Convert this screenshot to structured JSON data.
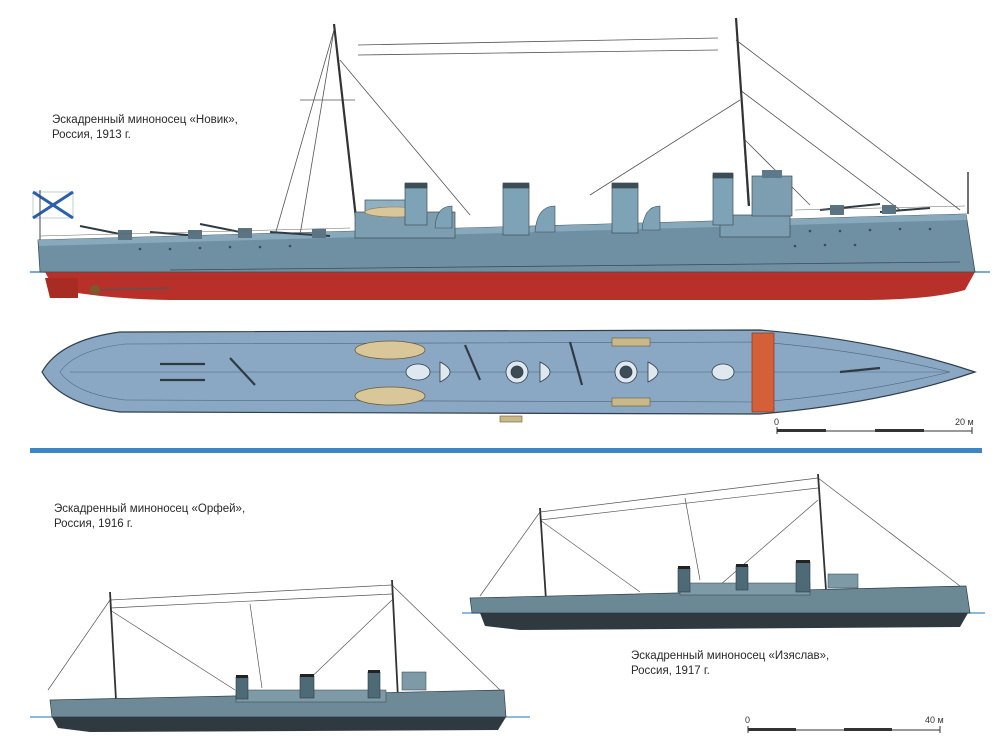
{
  "captions": {
    "novik": {
      "line1": "Эскадренный миноносец «Новик»,",
      "line2": "Россия, 1913 г."
    },
    "orfey": {
      "line1": "Эскадренный миноносец «Орфей»,",
      "line2": "Россия, 1916 г."
    },
    "izyaslav": {
      "line1": "Эскадренный миноносец «Изяслав»,",
      "line2": "Россия, 1917 г."
    }
  },
  "scales": {
    "top": {
      "start": "0",
      "end": "20 м"
    },
    "bottom": {
      "start": "0",
      "end": "40 м"
    }
  },
  "colors": {
    "hull_grey": "#6f8fa3",
    "hull_dark": "#3d4d57",
    "hull_red": "#b8302a",
    "deck_blue": "#8aa7c4",
    "divider_blue": "#3d86c6",
    "waterline": "#4a90c8",
    "orfey_hull": "#6e8a96",
    "izyaslav_hull": "#6a8994"
  }
}
